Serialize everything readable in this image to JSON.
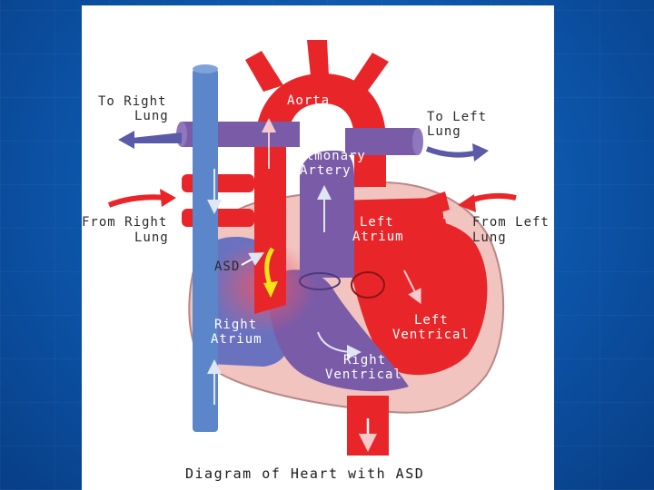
{
  "diagram": {
    "caption": "Diagram of Heart with ASD",
    "labels": {
      "aorta": "Aorta",
      "to_right_lung_1": "To Right",
      "to_right_lung_2": "Lung",
      "to_left_lung_1": "To Left",
      "to_left_lung_2": "Lung",
      "pulmonary_artery_1": "Pulmonary",
      "pulmonary_artery_2": "Artery",
      "from_right_lung_1": "From Right",
      "from_right_lung_2": "Lung",
      "from_left_lung_1": "From Left",
      "from_left_lung_2": "Lung",
      "left_atrium_1": "Left",
      "left_atrium_2": "Atrium",
      "asd": "ASD",
      "left_ventricle_1": "Left",
      "left_ventricle_2": "Ventrical",
      "right_atrium_1": "Right",
      "right_atrium_2": "Atrium",
      "right_ventricle_1": "Right",
      "right_ventricle_2": "Ventrical"
    },
    "colors": {
      "oxygenated": "#e8262a",
      "deoxygenated_vein": "#5b86c9",
      "deoxygenated_artery": "#7a5ba8",
      "muscle": "#f1c4c0",
      "shunt_arrow": "#f7e317"
    }
  }
}
